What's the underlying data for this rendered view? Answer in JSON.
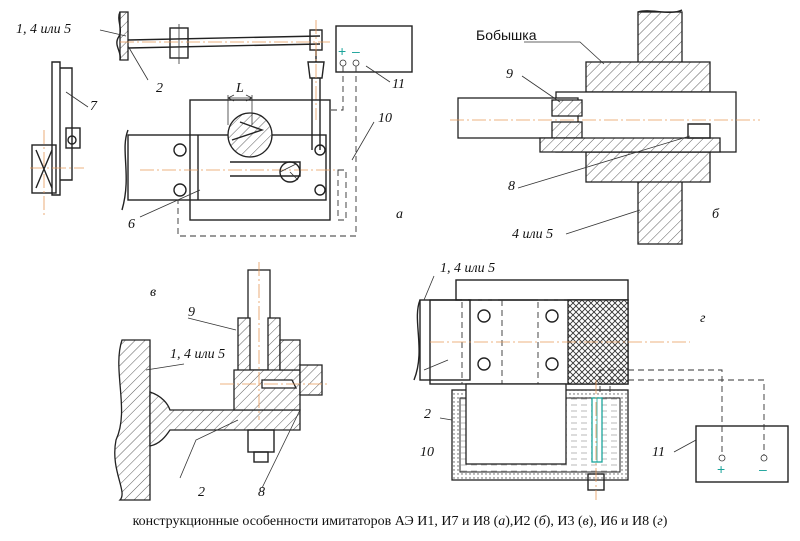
{
  "labels": {
    "a_part": "1, 4 или 5",
    "a_2": "2",
    "a_7": "7",
    "a_L": "L",
    "a_10": "10",
    "a_11": "11",
    "a_6": "6",
    "a_letter": "а",
    "a_plus": "+",
    "a_minus": "–",
    "b_boss": "Бобышка",
    "b_9": "9",
    "b_8": "8",
    "b_part": "4 или 5",
    "b_letter": "б",
    "v_letter": "в",
    "v_9": "9",
    "v_part": "1, 4 или 5",
    "v_2": "2",
    "v_8": "8",
    "g_part": "1, 4 или 5",
    "g_letter": "г",
    "g_2": "2",
    "g_10": "10",
    "g_11": "11",
    "g_plus": "+",
    "g_minus": "–"
  },
  "caption": {
    "main": "конструкционные особенности имитаторов АЭ И1, И7 и И8 (",
    "a": "а",
    "sep1": "),И2 (",
    "b": "б",
    "sep2": "), И3 (",
    "v": "в",
    "sep3": "), И6 и И8 (",
    "g": "г",
    "end": ")"
  },
  "colors": {
    "axis": "#e79a5a",
    "sensor": "#1aa39a",
    "polarity": "#1aa39a"
  }
}
